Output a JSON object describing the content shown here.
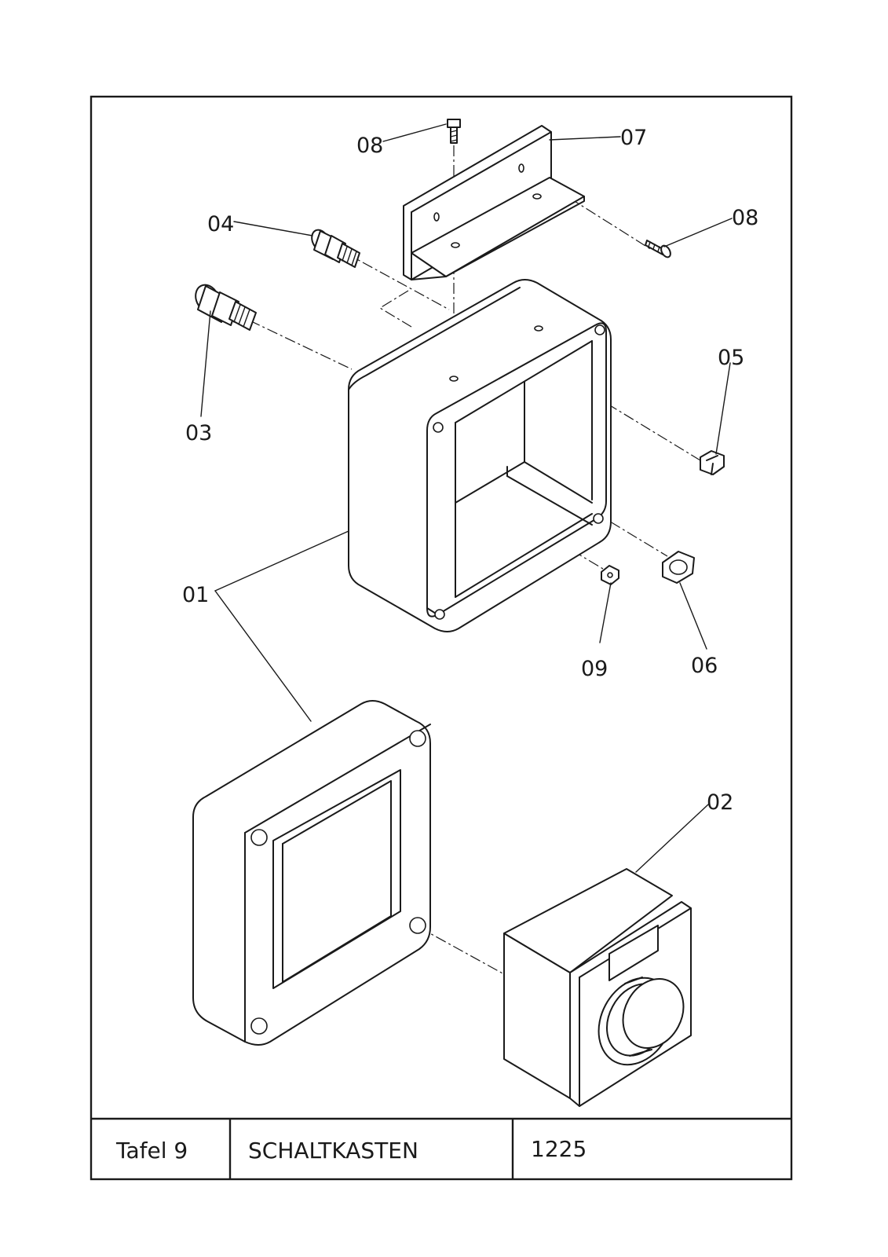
{
  "callouts": {
    "c01": "01",
    "c02": "02",
    "c03": "03",
    "c04": "04",
    "c05": "05",
    "c06": "06",
    "c07": "07",
    "c08a": "08",
    "c08b": "08",
    "c09": "09"
  },
  "title_block": {
    "sheet": "Tafel 9",
    "title": "SCHALTKASTEN",
    "number": "1225"
  }
}
